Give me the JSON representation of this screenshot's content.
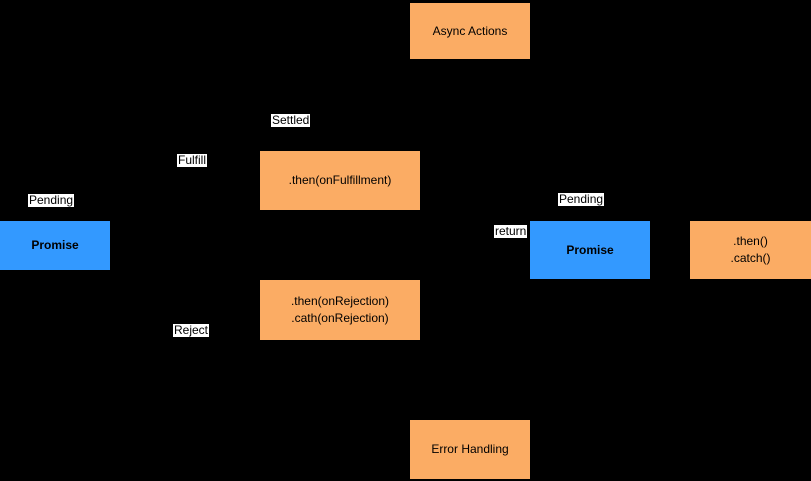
{
  "colors": {
    "background": "#000000",
    "node_orange": "#FBAC64",
    "node_blue": "#3399FF",
    "edge_label_bg": "#FFFFFF",
    "text": "#000000"
  },
  "nodes": {
    "async_actions": {
      "label": "Async Actions"
    },
    "promise_left": {
      "label": "Promise"
    },
    "then_fulfillment": {
      "label": ".then(onFulfillment)"
    },
    "then_rejection": {
      "line1": ".then(onRejection)",
      "line2": ".cath(onRejection)"
    },
    "promise_right": {
      "label": "Promise"
    },
    "then_catch": {
      "line1": ".then()",
      "line2": ".catch()"
    },
    "error_handling": {
      "label": "Error Handling"
    }
  },
  "edge_labels": {
    "pending_left": "Pending",
    "fulfill": "Fulfill",
    "settled": "Settled",
    "reject": "Reject",
    "return_label": "return",
    "pending_right": "Pending"
  }
}
